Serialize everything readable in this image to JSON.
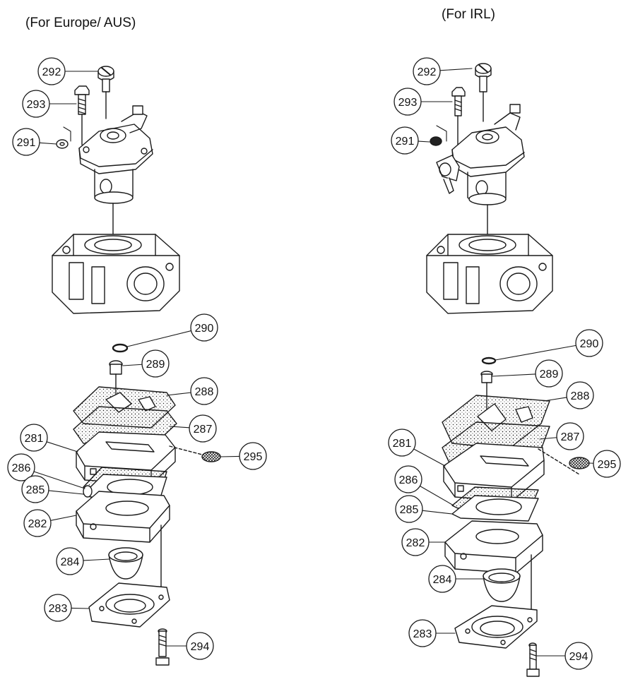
{
  "left_view": {
    "heading": "(For Europe/ AUS)",
    "callouts": [
      {
        "id": "292",
        "label": "292"
      },
      {
        "id": "293",
        "label": "293"
      },
      {
        "id": "291",
        "label": "291"
      },
      {
        "id": "290",
        "label": "290"
      },
      {
        "id": "289",
        "label": "289"
      },
      {
        "id": "288",
        "label": "288"
      },
      {
        "id": "287",
        "label": "287"
      },
      {
        "id": "281",
        "label": "281"
      },
      {
        "id": "295",
        "label": "295"
      },
      {
        "id": "286",
        "label": "286"
      },
      {
        "id": "285",
        "label": "285"
      },
      {
        "id": "282",
        "label": "282"
      },
      {
        "id": "284",
        "label": "284"
      },
      {
        "id": "283",
        "label": "283"
      },
      {
        "id": "294",
        "label": "294"
      }
    ]
  },
  "right_view": {
    "heading": "(For IRL)",
    "callouts": [
      {
        "id": "292",
        "label": "292"
      },
      {
        "id": "293",
        "label": "293"
      },
      {
        "id": "291",
        "label": "291"
      },
      {
        "id": "290",
        "label": "290"
      },
      {
        "id": "289",
        "label": "289"
      },
      {
        "id": "288",
        "label": "288"
      },
      {
        "id": "281",
        "label": "281"
      },
      {
        "id": "287",
        "label": "287"
      },
      {
        "id": "295",
        "label": "295"
      },
      {
        "id": "286",
        "label": "286"
      },
      {
        "id": "285",
        "label": "285"
      },
      {
        "id": "282",
        "label": "282"
      },
      {
        "id": "284",
        "label": "284"
      },
      {
        "id": "283",
        "label": "283"
      },
      {
        "id": "294",
        "label": "294"
      }
    ]
  },
  "colors": {
    "line": "#1a1a1a",
    "paper": "#ffffff"
  }
}
